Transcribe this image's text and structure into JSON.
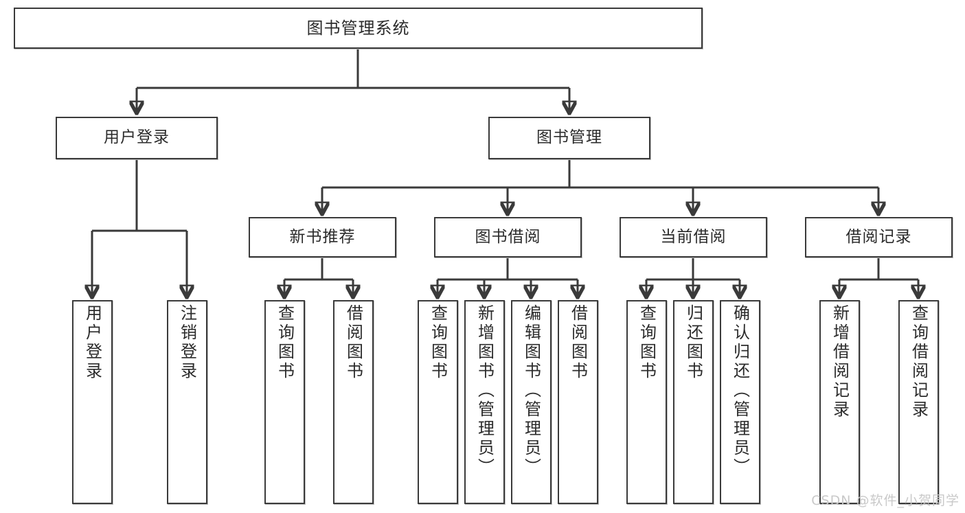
{
  "diagram": {
    "type": "tree-hierarchy",
    "title": "图书管理系统",
    "watermark": "CSDN @软件_小贺同学",
    "colors": {
      "box_border": "#3a3a3a",
      "box_fill": "#ffffff",
      "connector": "#3a3a3a",
      "text": "#2b2b2b",
      "watermark": "#c9c9c9"
    },
    "levels": {
      "root": "图书管理系统",
      "level2": [
        "用户登录",
        "图书管理"
      ],
      "level3": [
        "新书推荐",
        "图书借阅",
        "当前借阅",
        "借阅记录"
      ]
    },
    "nodes": {
      "root": {
        "label": "图书管理系统"
      },
      "user_login": {
        "label": "用户登录"
      },
      "book_manage": {
        "label": "图书管理"
      },
      "new_book_rec": {
        "label": "新书推荐"
      },
      "book_borrow": {
        "label": "图书借阅"
      },
      "current_borrow": {
        "label": "当前借阅"
      },
      "borrow_record": {
        "label": "借阅记录"
      }
    },
    "leaves": {
      "user_login": [
        {
          "label": "用户登录"
        },
        {
          "label": "注销登录"
        }
      ],
      "new_book_rec": [
        {
          "label": "查询图书"
        },
        {
          "label": "借阅图书"
        }
      ],
      "book_borrow": [
        {
          "label": "查询图书"
        },
        {
          "label": "新增图书（管理员）"
        },
        {
          "label": "编辑图书（管理员）"
        },
        {
          "label": "借阅图书"
        }
      ],
      "current_borrow": [
        {
          "label": "查询图书"
        },
        {
          "label": "归还图书"
        },
        {
          "label": "确认归还（管理员）"
        }
      ],
      "borrow_record": [
        {
          "label": "新增借阅记录"
        },
        {
          "label": "查询借阅记录"
        }
      ]
    }
  }
}
